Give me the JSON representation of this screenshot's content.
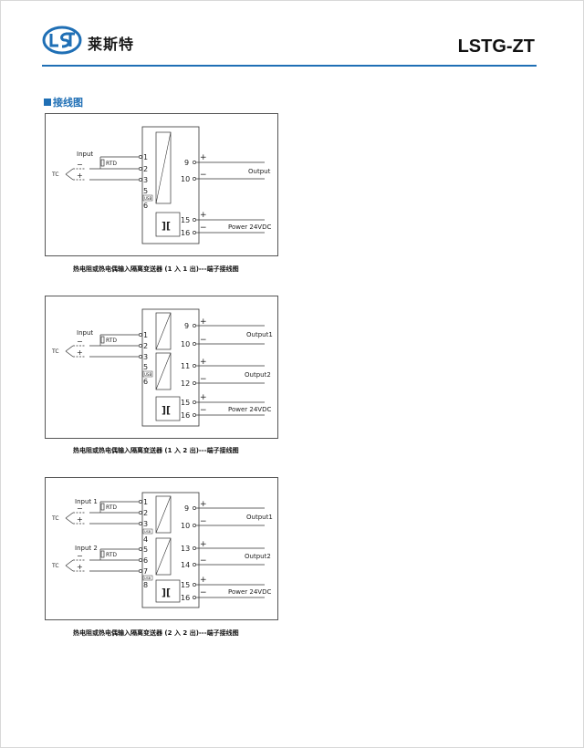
{
  "header": {
    "brand": "莱斯特",
    "model": "LSTG-ZT",
    "logo_text": "LST",
    "accent_color": "#1f6fb5"
  },
  "section_title": "接线图",
  "diagrams": [
    {
      "caption": "热电阻或热电偶输入隔离变送器 (1 入 1 出)---端子接线图",
      "input_label": "Input",
      "tc": "TC",
      "rtd": "RTD",
      "minus": "−",
      "plus": "+",
      "usb": "USB",
      "left_terms": [
        "1",
        "2",
        "3",
        "5",
        "6"
      ],
      "right_terms": [
        "9",
        "10",
        "15",
        "16"
      ],
      "output_label": "Output",
      "power_label": "Power 24VDC"
    },
    {
      "caption": "热电阻或热电偶输入隔离变送器 (1 入 2 出)---端子接线图",
      "input_label": "Input",
      "tc": "TC",
      "rtd": "RTD",
      "minus": "−",
      "plus": "+",
      "usb": "USB",
      "left_terms": [
        "1",
        "2",
        "3",
        "5",
        "6"
      ],
      "right_terms": [
        "9",
        "10",
        "11",
        "12",
        "15",
        "16"
      ],
      "output1_label": "Output1",
      "output2_label": "Output2",
      "power_label": "Power 24VDC"
    },
    {
      "caption": "热电阻或热电偶输入隔离变送器 (2 入 2 出)---端子接线图",
      "input1_label": "Input 1",
      "input2_label": "Input 2",
      "tc": "TC",
      "rtd": "RTD",
      "minus": "−",
      "plus": "+",
      "usb": "USB",
      "left_terms": [
        "1",
        "2",
        "3",
        "4",
        "5",
        "6",
        "7",
        "8"
      ],
      "right_terms": [
        "9",
        "10",
        "13",
        "14",
        "15",
        "16"
      ],
      "output1_label": "Output1",
      "output2_label": "Output2",
      "power_label": "Power 24VDC"
    }
  ]
}
